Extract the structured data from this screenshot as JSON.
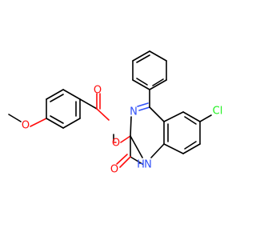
{
  "atoms": {
    "o_methoxy": "O",
    "o_ester_carbonyl": "O",
    "o_ester_link": "O",
    "n_imine": "N",
    "n_amide": "N",
    "h_amide": "H",
    "o_amide": "O",
    "cl": "Cl"
  },
  "colors": {
    "oxygen": "#ff0d0d",
    "nitrogen": "#3050f8",
    "chlorine": "#1ff01f",
    "carbon": "#000000"
  }
}
